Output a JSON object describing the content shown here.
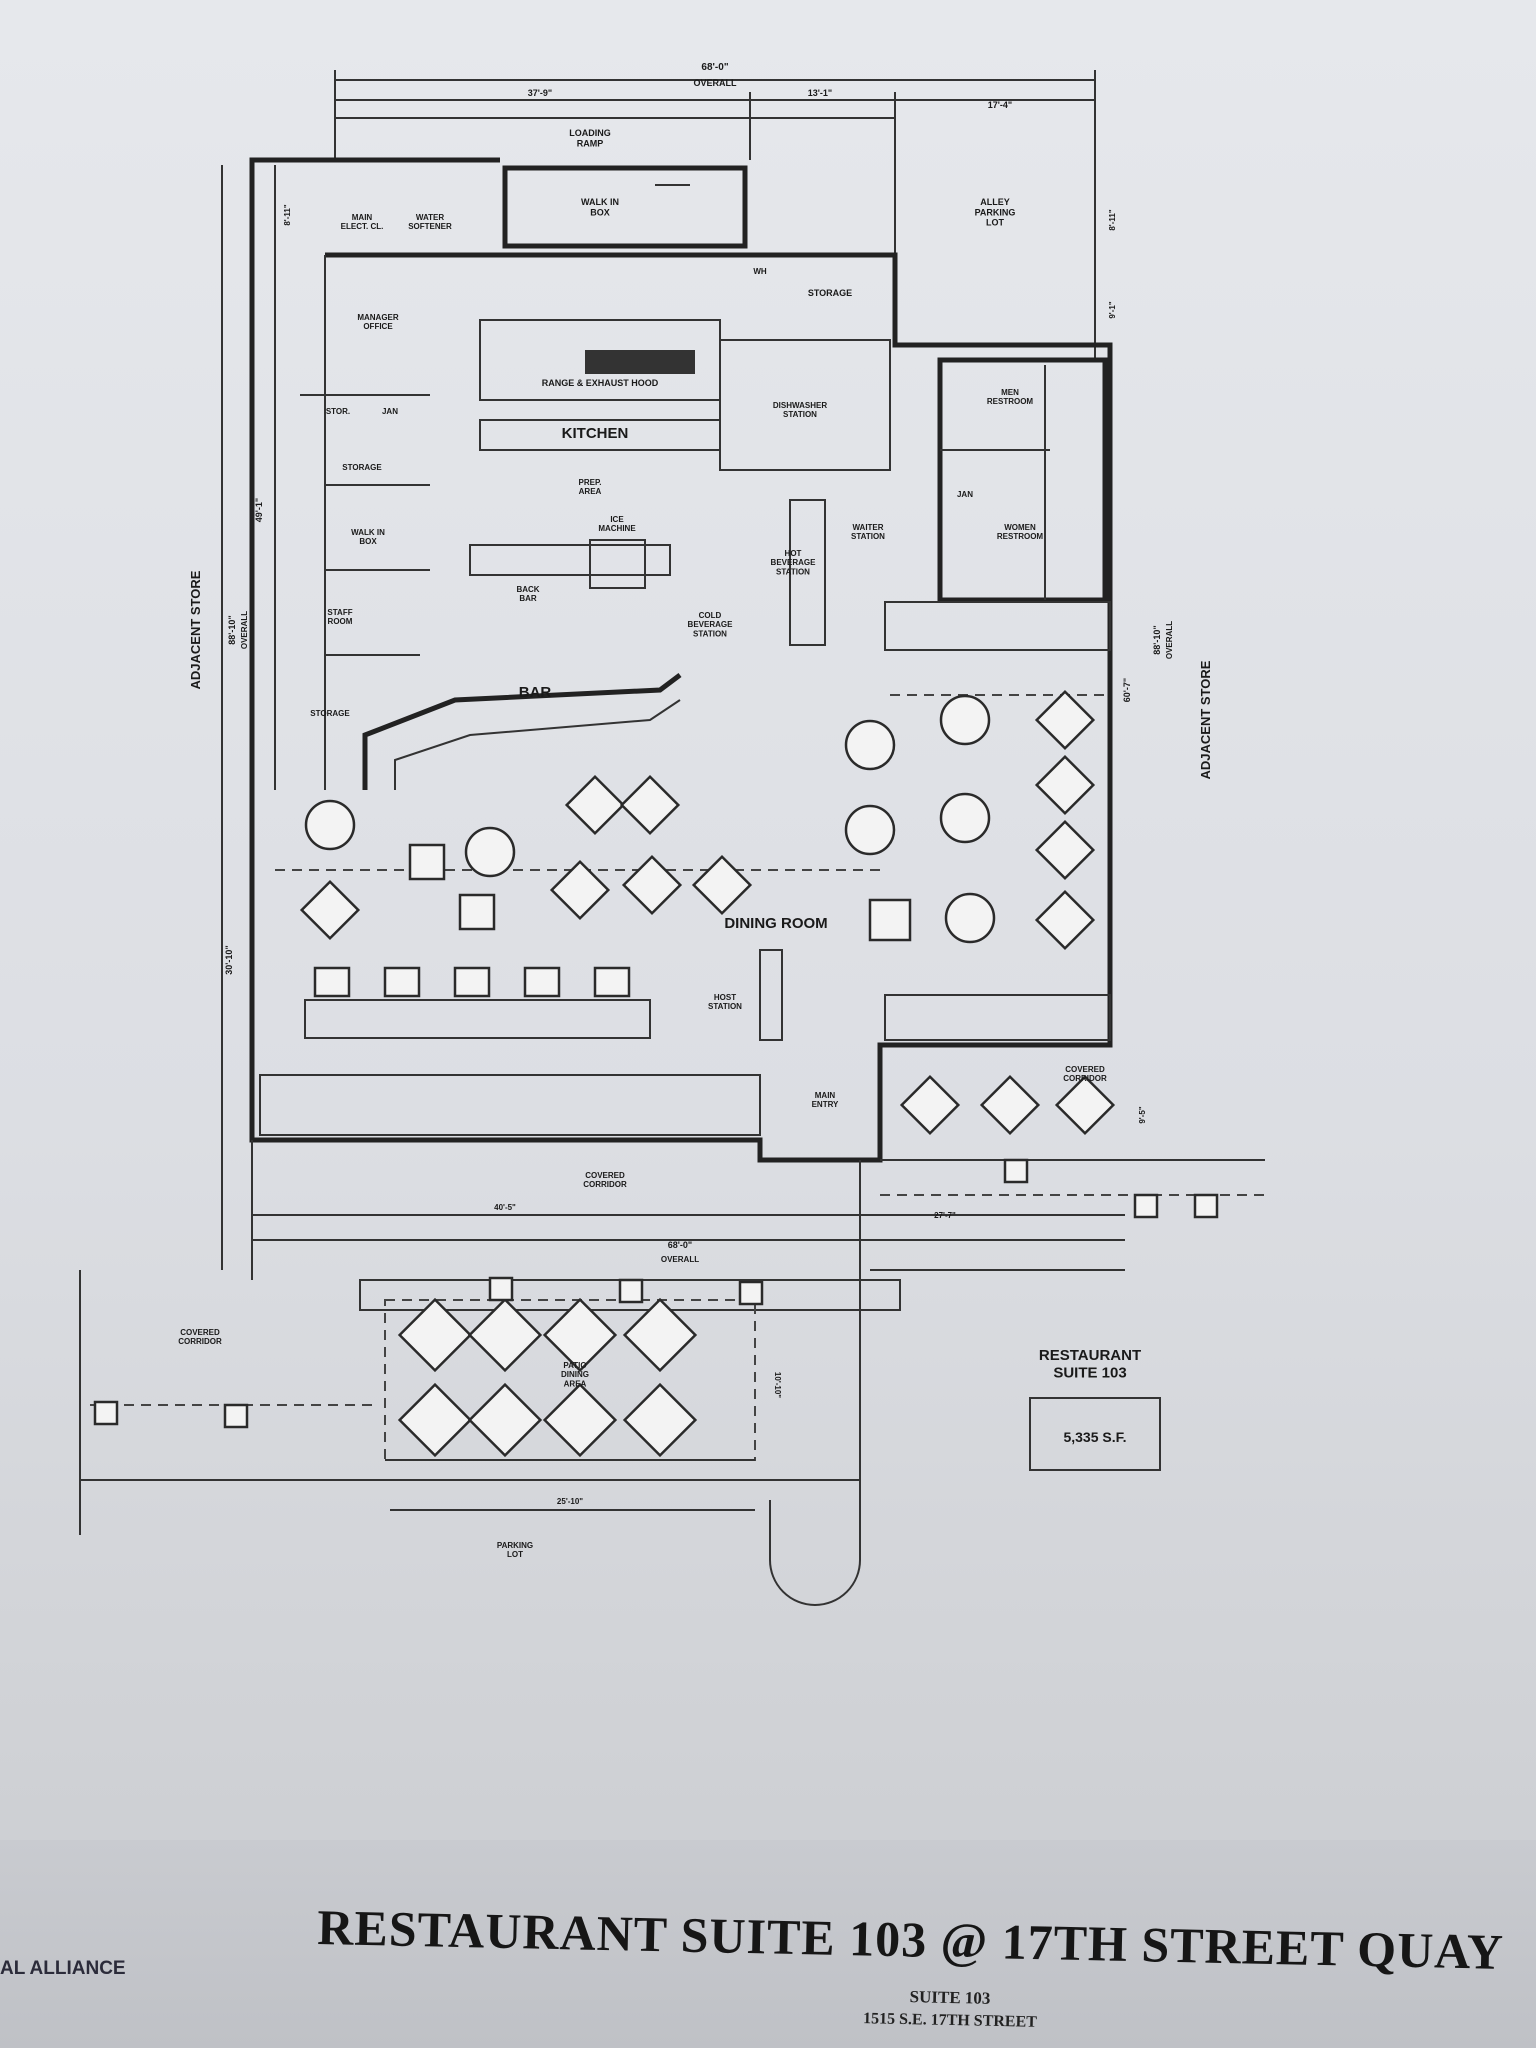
{
  "plan": {
    "labels": {
      "overall_top": "68'-0\"",
      "overall_top_sub": "OVERALL",
      "dim_top_left": "37'-9\"",
      "dim_top_mid": "13'-1\"",
      "dim_top_right": "17'-4\"",
      "loading_ramp": "LOADING\nRAMP",
      "walk_in_box_top": "WALK IN\nBOX",
      "alley_parking": "ALLEY\nPARKING\nLOT",
      "main_elec": "MAIN\nELECT. CL.",
      "water_softener": "WATER\nSOFTENER",
      "dim_8_11_left": "8'-11\"",
      "dim_8_11_right": "8'-11\"",
      "dim_9_1": "9'-1\"",
      "wh": "WH",
      "storage_top": "STORAGE",
      "manager_office": "MANAGER\nOFFICE",
      "range_hood": "RANGE & EXHAUST HOOD",
      "stor": "STOR.",
      "jan_left": "JAN",
      "kitchen": "KITCHEN",
      "storage_left": "STORAGE",
      "prep_area": "PREP.\nAREA",
      "dishwasher": "DISHWASHER\nSTATION",
      "men_restroom": "MEN\nRESTROOM",
      "jan_right": "JAN",
      "women_restroom": "WOMEN\nRESTROOM",
      "walk_in_box_left": "WALK IN\nBOX",
      "ice_machine": "ICE\nMACHINE",
      "waiter_station": "WAITER\nSTATION",
      "hot_beverage": "HOT\nBEVERAGE\nSTATION",
      "back_bar": "BACK\nBAR",
      "cold_beverage": "COLD\nBEVERAGE\nSTATION",
      "staff_room": "STAFF\nROOM",
      "storage_bottom": "STORAGE",
      "bar": "BAR",
      "adjacent_store_left": "ADJACENT STORE",
      "adjacent_store_right": "ADJACENT STORE",
      "dim_88_10_left": "88'-10\"",
      "dim_88_10_left_sub": "OVERALL",
      "dim_88_10_right": "88'-10\"",
      "dim_88_10_right_sub": "OVERALL",
      "dim_49_1": "49'-1\"",
      "dim_60_7": "60'-7\"",
      "dim_30_10": "30'-10\"",
      "dining_room": "DINING ROOM",
      "host_station": "HOST\nSTATION",
      "main_entry": "MAIN\nENTRY",
      "covered_corridor_right": "COVERED\nCORRIDOR",
      "dim_9_5": "9'-5\"",
      "covered_corridor_mid": "COVERED\nCORRIDOR",
      "dim_40_5": "40'-5\"",
      "dim_27_7": "27'-7\"",
      "overall_bottom": "68'-0\"",
      "overall_bottom_sub": "OVERALL",
      "covered_corridor_left": "COVERED\nCORRIDOR",
      "patio": "PATIO\nDINING\nAREA",
      "dim_10_10": "10'-10\"",
      "dim_25_10": "25'-10\"",
      "parking_lot": "PARKING\nLOT",
      "restaurant_suite": "RESTAURANT\nSUITE 103",
      "area": "5,335 S.F."
    }
  },
  "footer": {
    "title": "RESTAURANT SUITE 103 @ 17TH STREET QUAY",
    "sub1": "SUITE 103",
    "sub2": "1515 S.E. 17TH STREET",
    "logo": "AL ALLIANCE"
  }
}
